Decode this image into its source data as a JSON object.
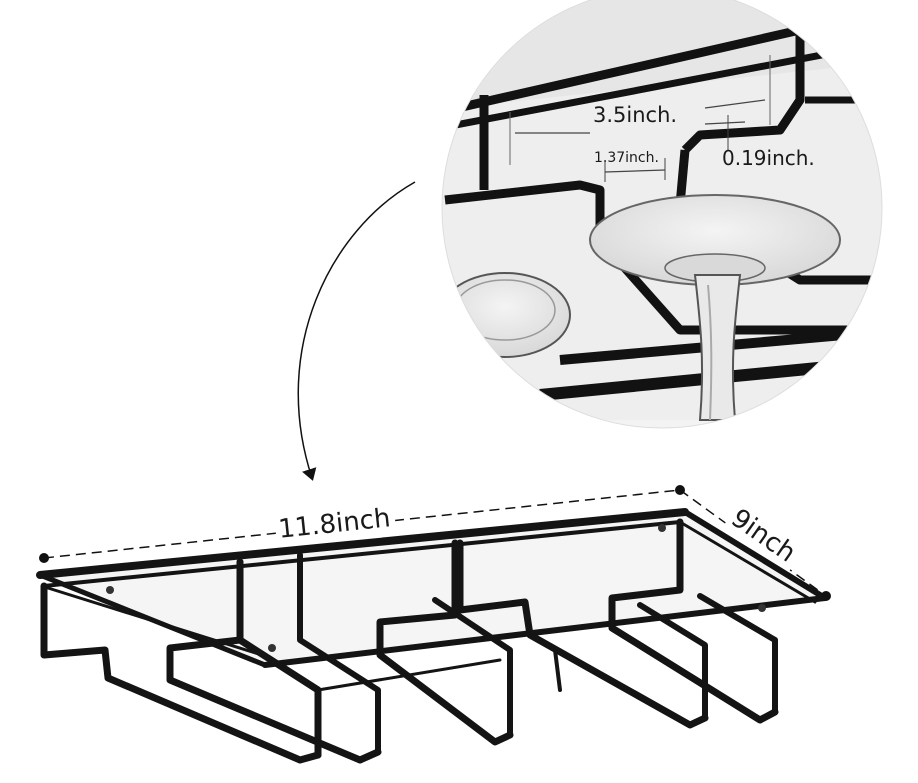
{
  "image": {
    "subject": "under-cabinet wine glass rack",
    "colors": {
      "metal": "#141414",
      "background": "#ffffff",
      "dimension_line": "#111111"
    }
  },
  "dimensions": {
    "length": "11.8inch",
    "depth": "9inch",
    "slot_width": "3.5inch.",
    "rail_gap": "1.37inch.",
    "rod_thickness": "0.19inch."
  }
}
